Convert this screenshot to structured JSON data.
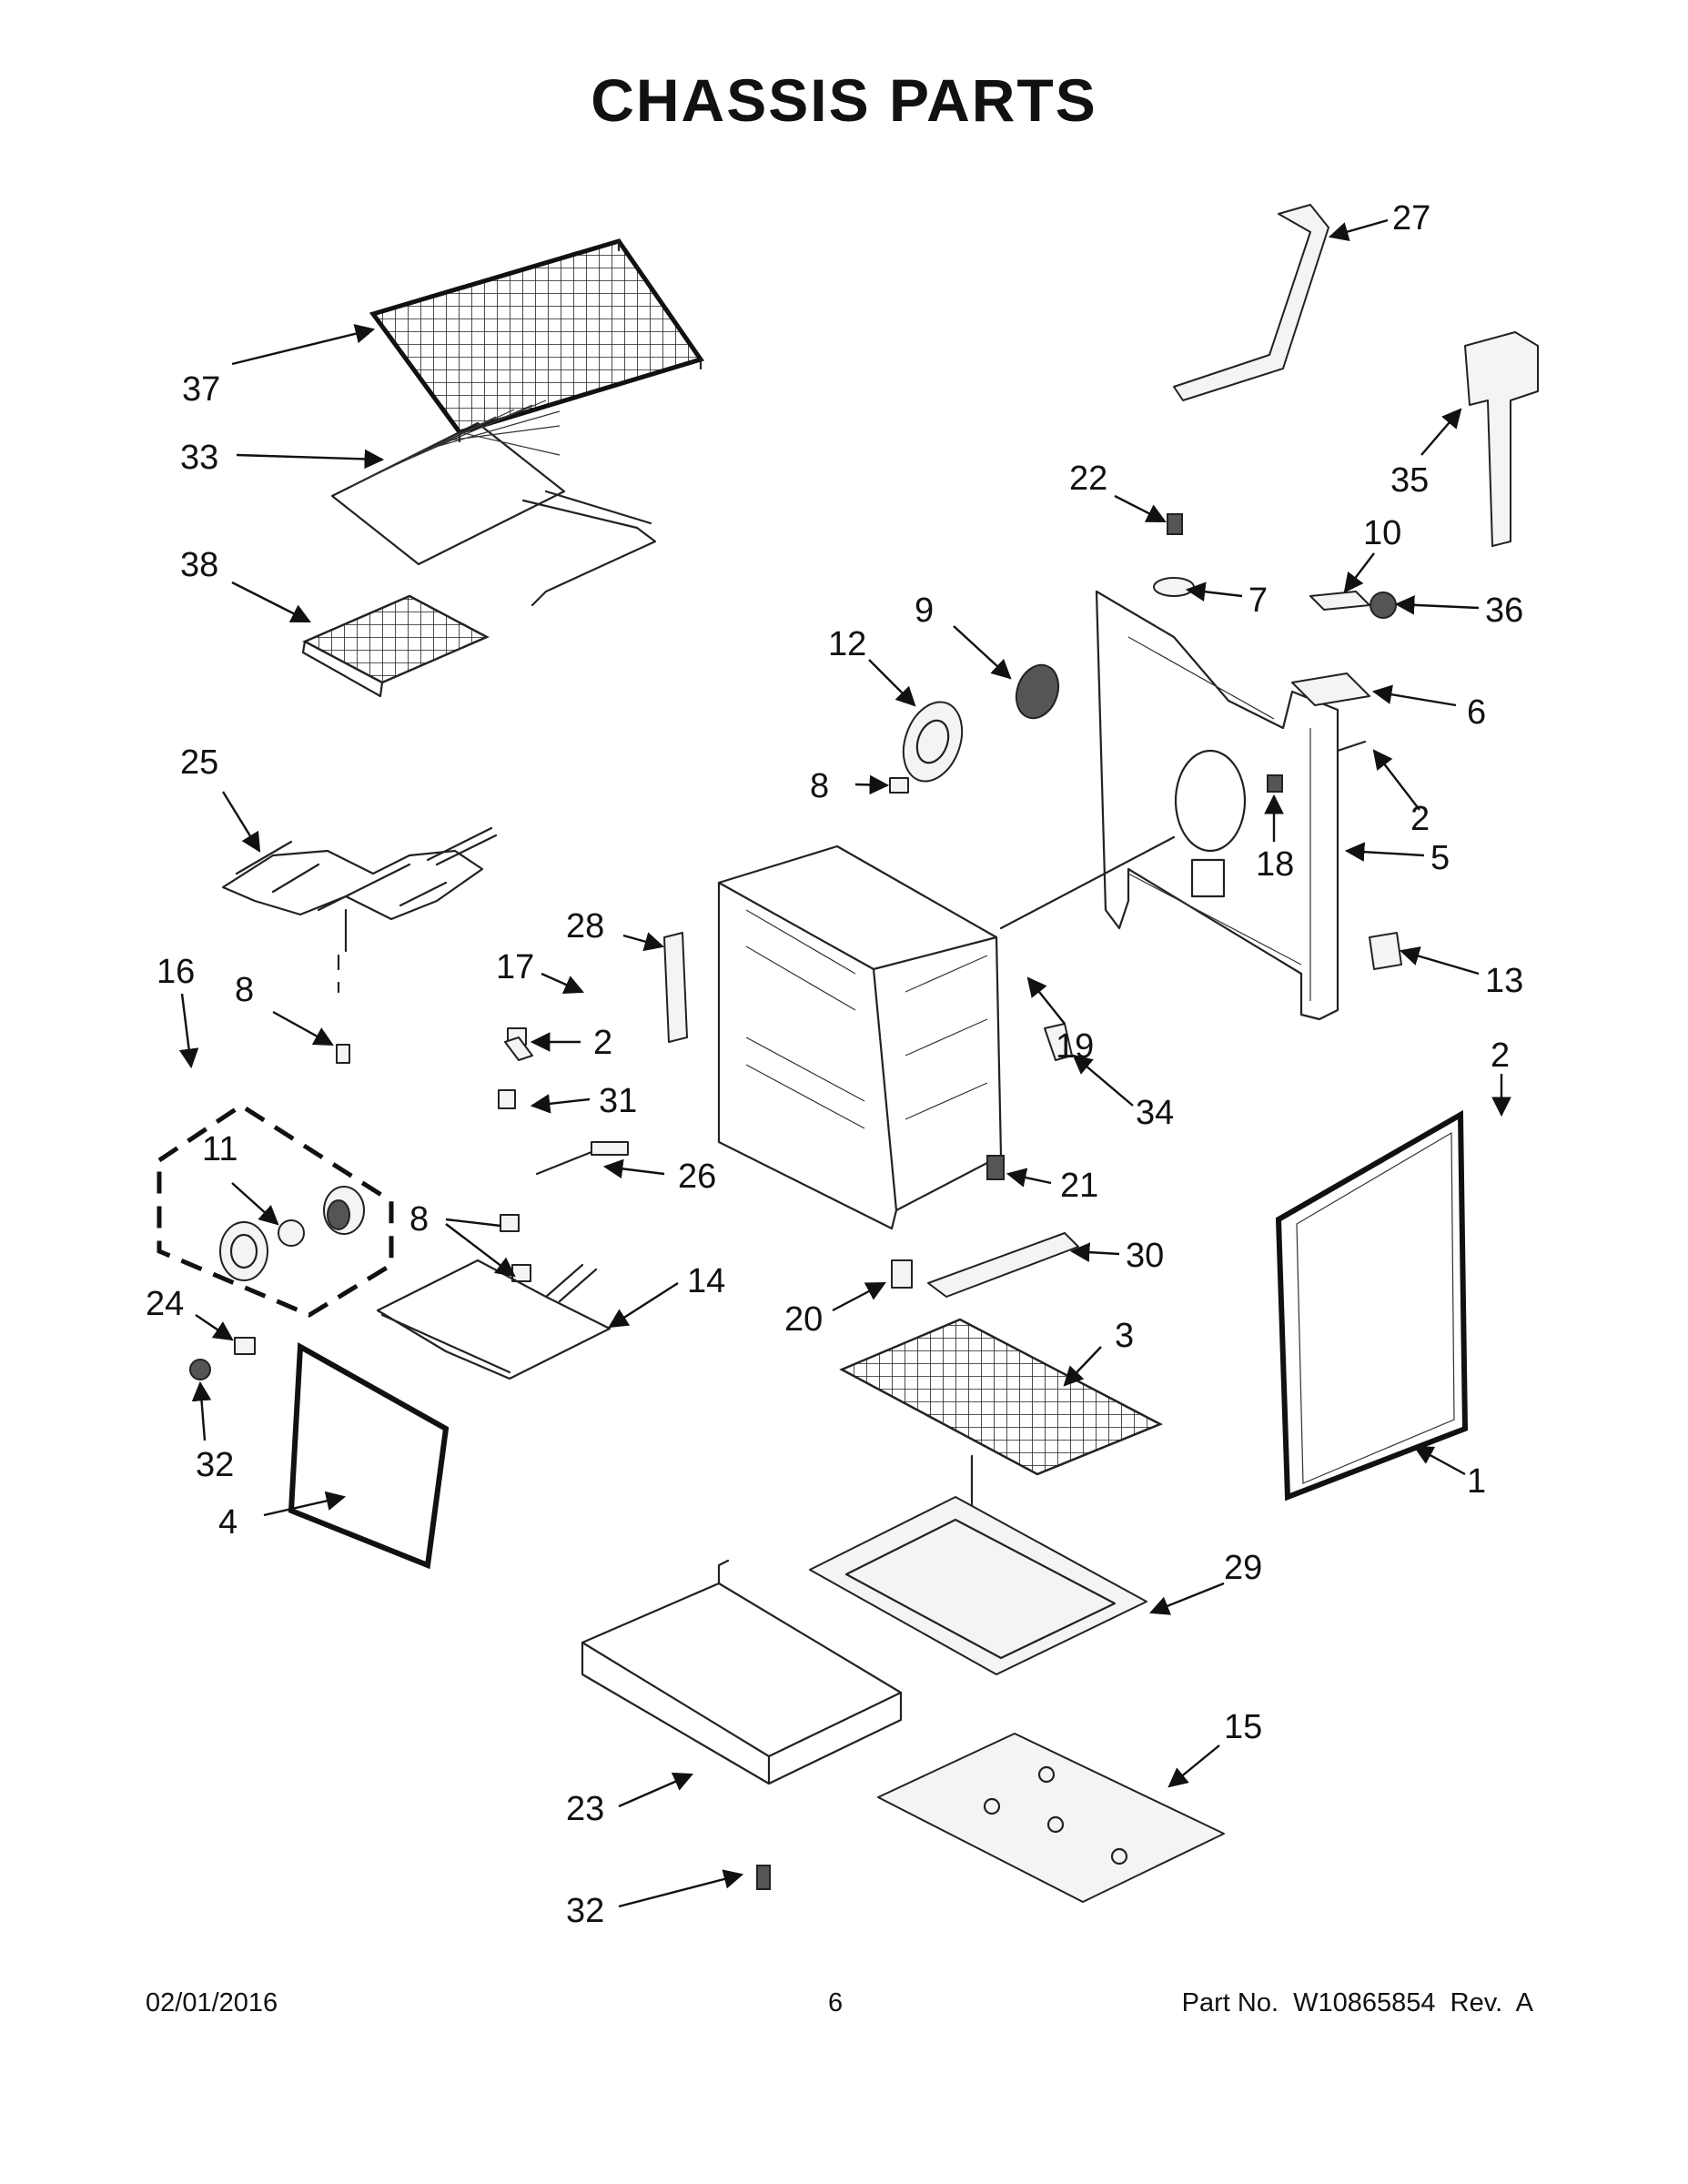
{
  "title": "CHASSIS PARTS",
  "footer": {
    "date": "02/01/2016",
    "page": "6",
    "part_no": "Part No.  W10865854  Rev.  A"
  },
  "callouts": {
    "c37": "37",
    "c33": "33",
    "c38": "38",
    "c25": "25",
    "c8a": "8",
    "c16": "16",
    "c11": "11",
    "c24": "24",
    "c32a": "32",
    "c4": "4",
    "c28": "28",
    "c17": "17",
    "c2a": "2",
    "c31": "31",
    "c26": "26",
    "c8b": "8",
    "c14": "14",
    "c12": "12",
    "c9": "9",
    "c8c": "8",
    "c19": "19",
    "c20": "20",
    "c21": "21",
    "c30": "30",
    "c3": "3",
    "c29": "29",
    "c23": "23",
    "c32b": "32",
    "c15": "15",
    "c27": "27",
    "c35": "35",
    "c22": "22",
    "c7": "7",
    "c10": "10",
    "c36": "36",
    "c6": "6",
    "c2b": "2",
    "c5": "5",
    "c18": "18",
    "c13": "13",
    "c2c": "2",
    "c34": "34",
    "c1": "1"
  }
}
